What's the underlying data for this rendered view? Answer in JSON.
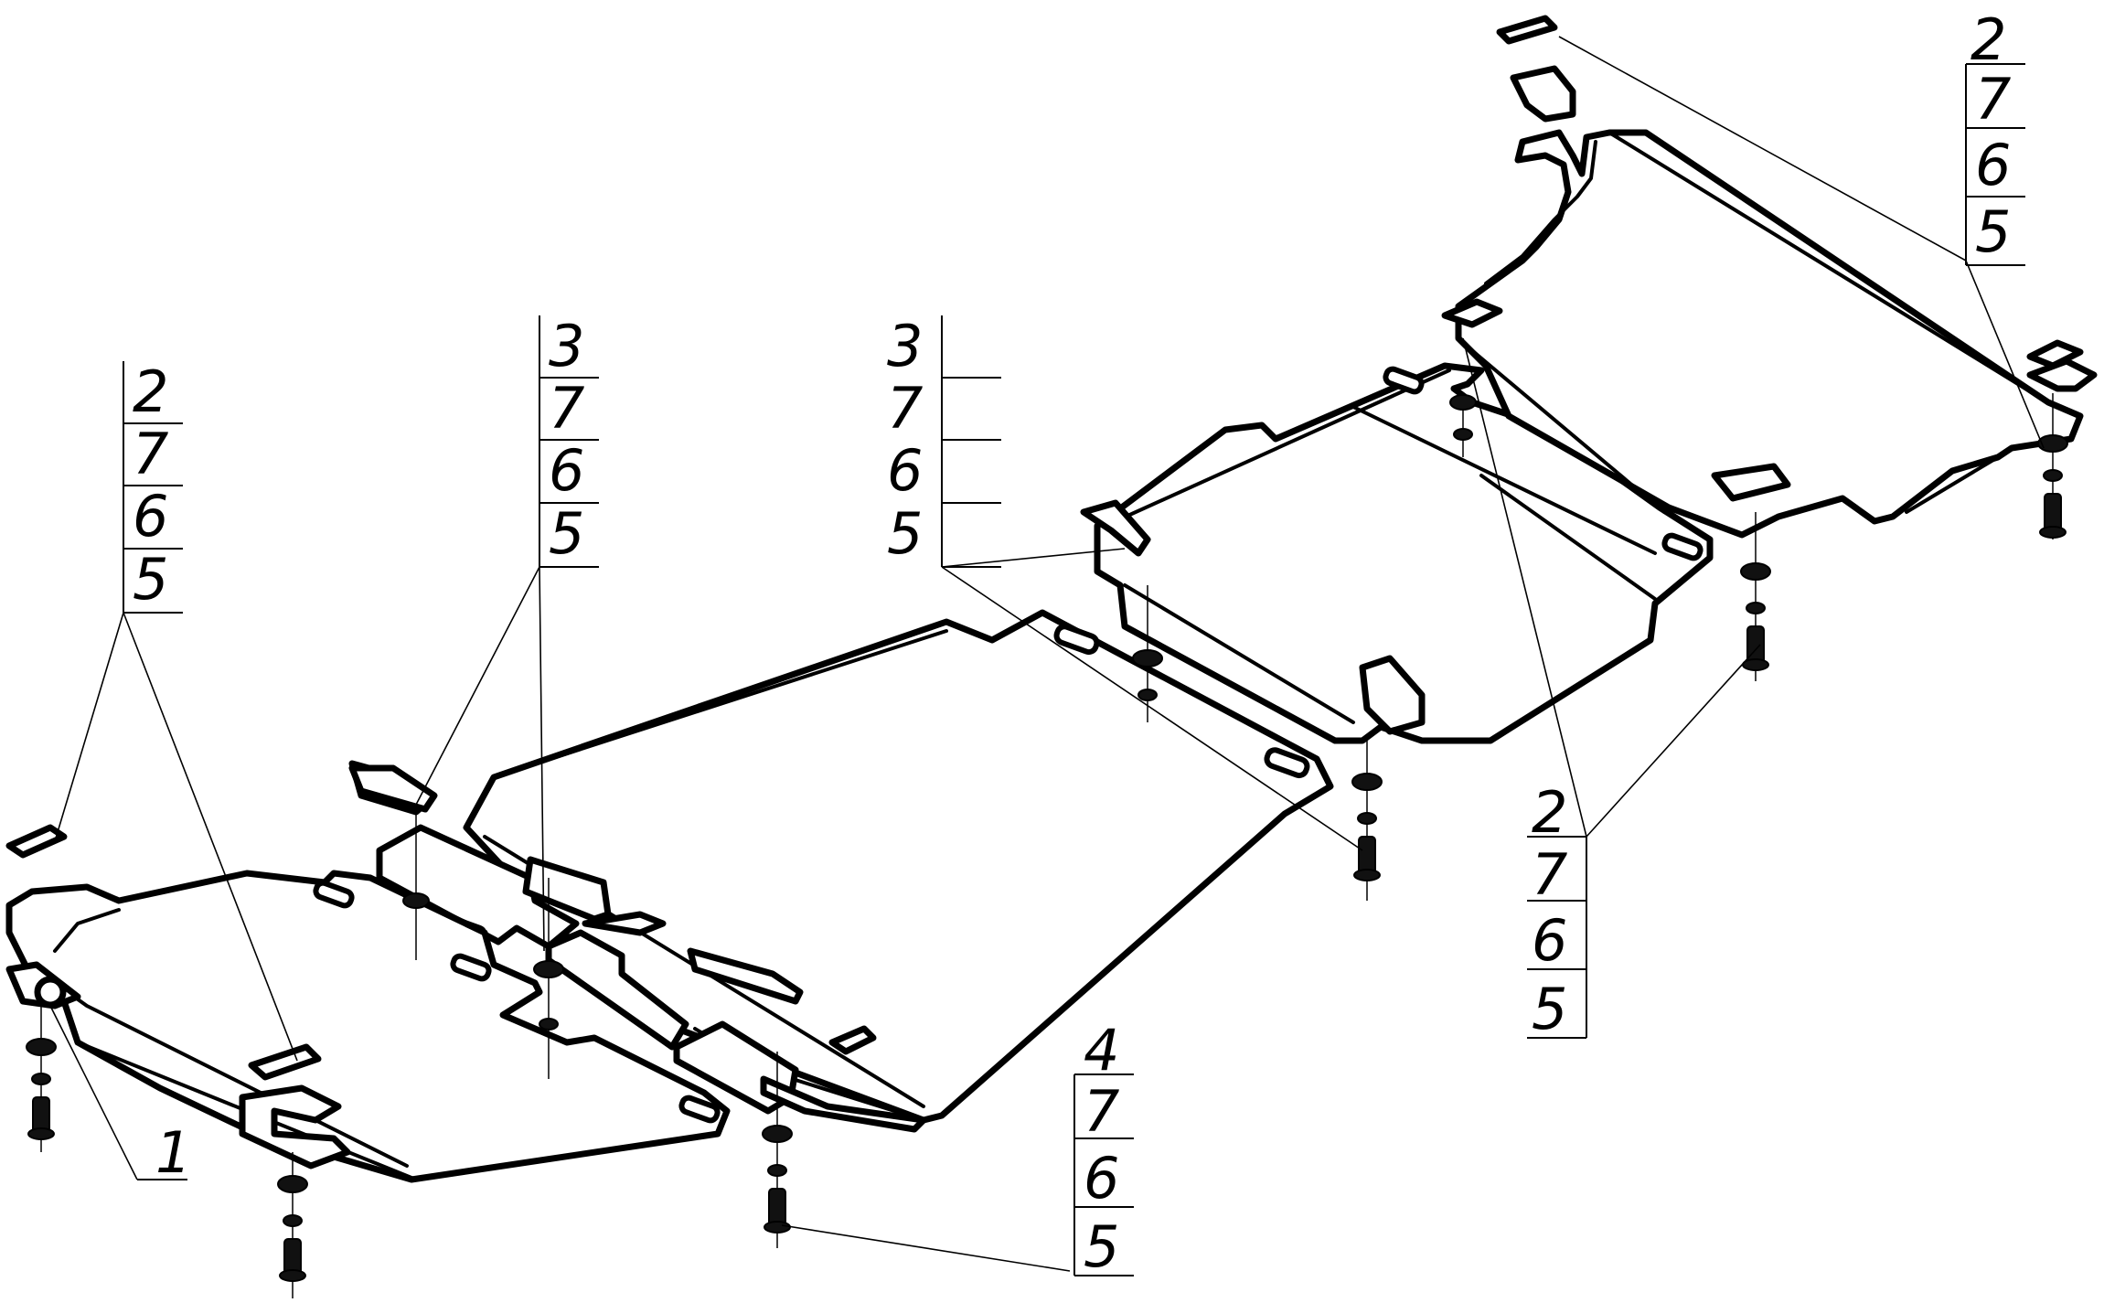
{
  "drawing": {
    "type": "exploded assembly drawing"
  },
  "callouts": [
    {
      "id": "A",
      "labels": [
        "2",
        "7",
        "6",
        "5"
      ]
    },
    {
      "id": "B",
      "labels": [
        "3",
        "7",
        "6",
        "5"
      ]
    },
    {
      "id": "C",
      "labels": [
        "3",
        "7",
        "6",
        "5"
      ]
    },
    {
      "id": "D",
      "labels": [
        "2",
        "7",
        "6",
        "5"
      ]
    },
    {
      "id": "E",
      "labels": [
        "2",
        "7",
        "6",
        "5"
      ]
    },
    {
      "id": "F",
      "labels": [
        "4",
        "7",
        "6",
        "5"
      ]
    },
    {
      "id": "G",
      "labels": [
        "1"
      ]
    }
  ]
}
